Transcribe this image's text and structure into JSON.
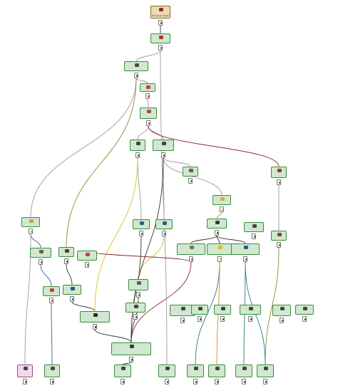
{
  "diagram": {
    "title": "Processing flow",
    "colors": {
      "node_fill": "#cfe8cf",
      "node_border": "#3d8b3d",
      "final_fill": "#ecd9b0",
      "source_fill": "#f2d7ea",
      "edge_gray": "#9a9a9a",
      "edge_dark": "#333333",
      "edge_red": "#8b2a2a",
      "edge_olive": "#8a8a2a",
      "edge_teal": "#2a7a8a",
      "edge_blue": "#3a5aa0",
      "edge_orange": "#d08a20",
      "edge_yellow": "#d8c020"
    },
    "nodes": [
      {
        "id": "n_top",
        "label": "Processed Output",
        "kind": "final",
        "icon": "package-icon"
      },
      {
        "id": "n_a1",
        "label": "",
        "kind": "normal",
        "icon": "component-icon"
      },
      {
        "id": "n_a2",
        "label": "",
        "kind": "normal",
        "icon": "circuit-icon"
      },
      {
        "id": "n_a3",
        "label": "",
        "kind": "normal",
        "icon": "plate-icon"
      },
      {
        "id": "n_a4",
        "label": "",
        "kind": "normal",
        "icon": "plate-icon"
      },
      {
        "id": "n_b1",
        "label": "",
        "kind": "normal",
        "icon": "ingot-icon"
      },
      {
        "id": "n_b2",
        "label": "",
        "kind": "normal",
        "icon": "ingot-icon"
      },
      {
        "id": "n_b3",
        "label": "",
        "kind": "normal",
        "icon": "dust-icon"
      },
      {
        "id": "n_c1",
        "label": "",
        "kind": "normal",
        "icon": "ore-icon"
      },
      {
        "id": "n_c2",
        "label": "",
        "kind": "normal",
        "icon": "rod-icon"
      },
      {
        "id": "n_c3",
        "label": "",
        "kind": "normal",
        "icon": "gear-icon"
      },
      {
        "id": "n_c4",
        "label": "",
        "kind": "normal",
        "icon": "wire-icon"
      },
      {
        "id": "n_m1",
        "label": "",
        "kind": "normal",
        "icon": "fluid-icon"
      },
      {
        "id": "n_m2",
        "label": "",
        "kind": "normal",
        "icon": "fluid-icon"
      },
      {
        "id": "n_m3",
        "label": "",
        "kind": "normal",
        "icon": "cell-icon"
      },
      {
        "id": "n_m4",
        "label": "",
        "kind": "normal",
        "icon": "bolt-icon"
      },
      {
        "id": "n_m5",
        "label": "",
        "kind": "normal",
        "icon": "fluid-icon"
      },
      {
        "id": "n_m6",
        "label": "",
        "kind": "normal",
        "icon": "dust-icon"
      },
      {
        "id": "n_m7",
        "label": "",
        "kind": "normal",
        "icon": "ingot-icon"
      },
      {
        "id": "n_m8",
        "label": "",
        "kind": "normal",
        "icon": "plate-icon"
      },
      {
        "id": "n_r1",
        "label": "",
        "kind": "normal",
        "icon": "ore-icon"
      },
      {
        "id": "n_r2",
        "label": "",
        "kind": "normal",
        "icon": "dust-icon"
      },
      {
        "id": "n_r3",
        "label": "",
        "kind": "normal",
        "icon": "fluid-icon"
      },
      {
        "id": "n_r4",
        "label": "",
        "kind": "normal",
        "icon": "gem-icon"
      },
      {
        "id": "n_k1",
        "label": "",
        "kind": "normal",
        "icon": "crystal-icon"
      },
      {
        "id": "n_hub",
        "label": "",
        "kind": "normal",
        "icon": "machine-icon"
      },
      {
        "id": "n_s1",
        "label": "",
        "kind": "source",
        "icon": "raw-icon"
      },
      {
        "id": "n_s2",
        "label": "",
        "kind": "normal",
        "icon": "raw-icon"
      },
      {
        "id": "n_s3",
        "label": "",
        "kind": "normal",
        "icon": "raw-icon"
      },
      {
        "id": "n_s4",
        "label": "",
        "kind": "normal",
        "icon": "raw-icon"
      },
      {
        "id": "n_s5",
        "label": "",
        "kind": "normal",
        "icon": "raw-icon"
      },
      {
        "id": "n_s6",
        "label": "",
        "kind": "normal",
        "icon": "raw-icon"
      },
      {
        "id": "n_s7",
        "label": "",
        "kind": "normal",
        "icon": "raw-icon"
      },
      {
        "id": "n_s8",
        "label": "",
        "kind": "normal",
        "icon": "raw-icon"
      }
    ]
  }
}
